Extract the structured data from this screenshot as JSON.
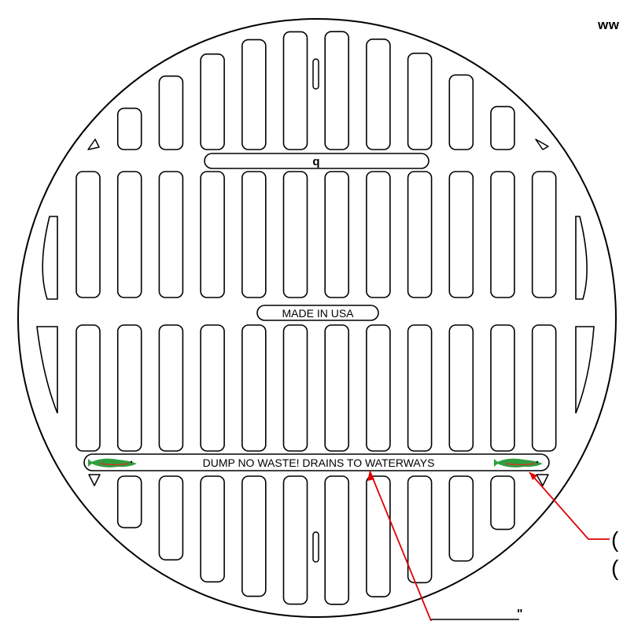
{
  "diagram": {
    "url_fragment": "ww",
    "top_band_mark": "q",
    "center_band_text": "MADE IN USA",
    "bottom_band_text": "DUMP NO WASTE! DRAINS TO WATERWAYS",
    "callout_parens": [
      "(",
      "("
    ],
    "stray_mark": "\"",
    "colors": {
      "line": "#000000",
      "callout": "#e00000",
      "fish_green": "#2e9e3e",
      "fish_red": "#cc3a2a"
    },
    "icons": [
      "fish-icon",
      "fish-icon"
    ]
  }
}
